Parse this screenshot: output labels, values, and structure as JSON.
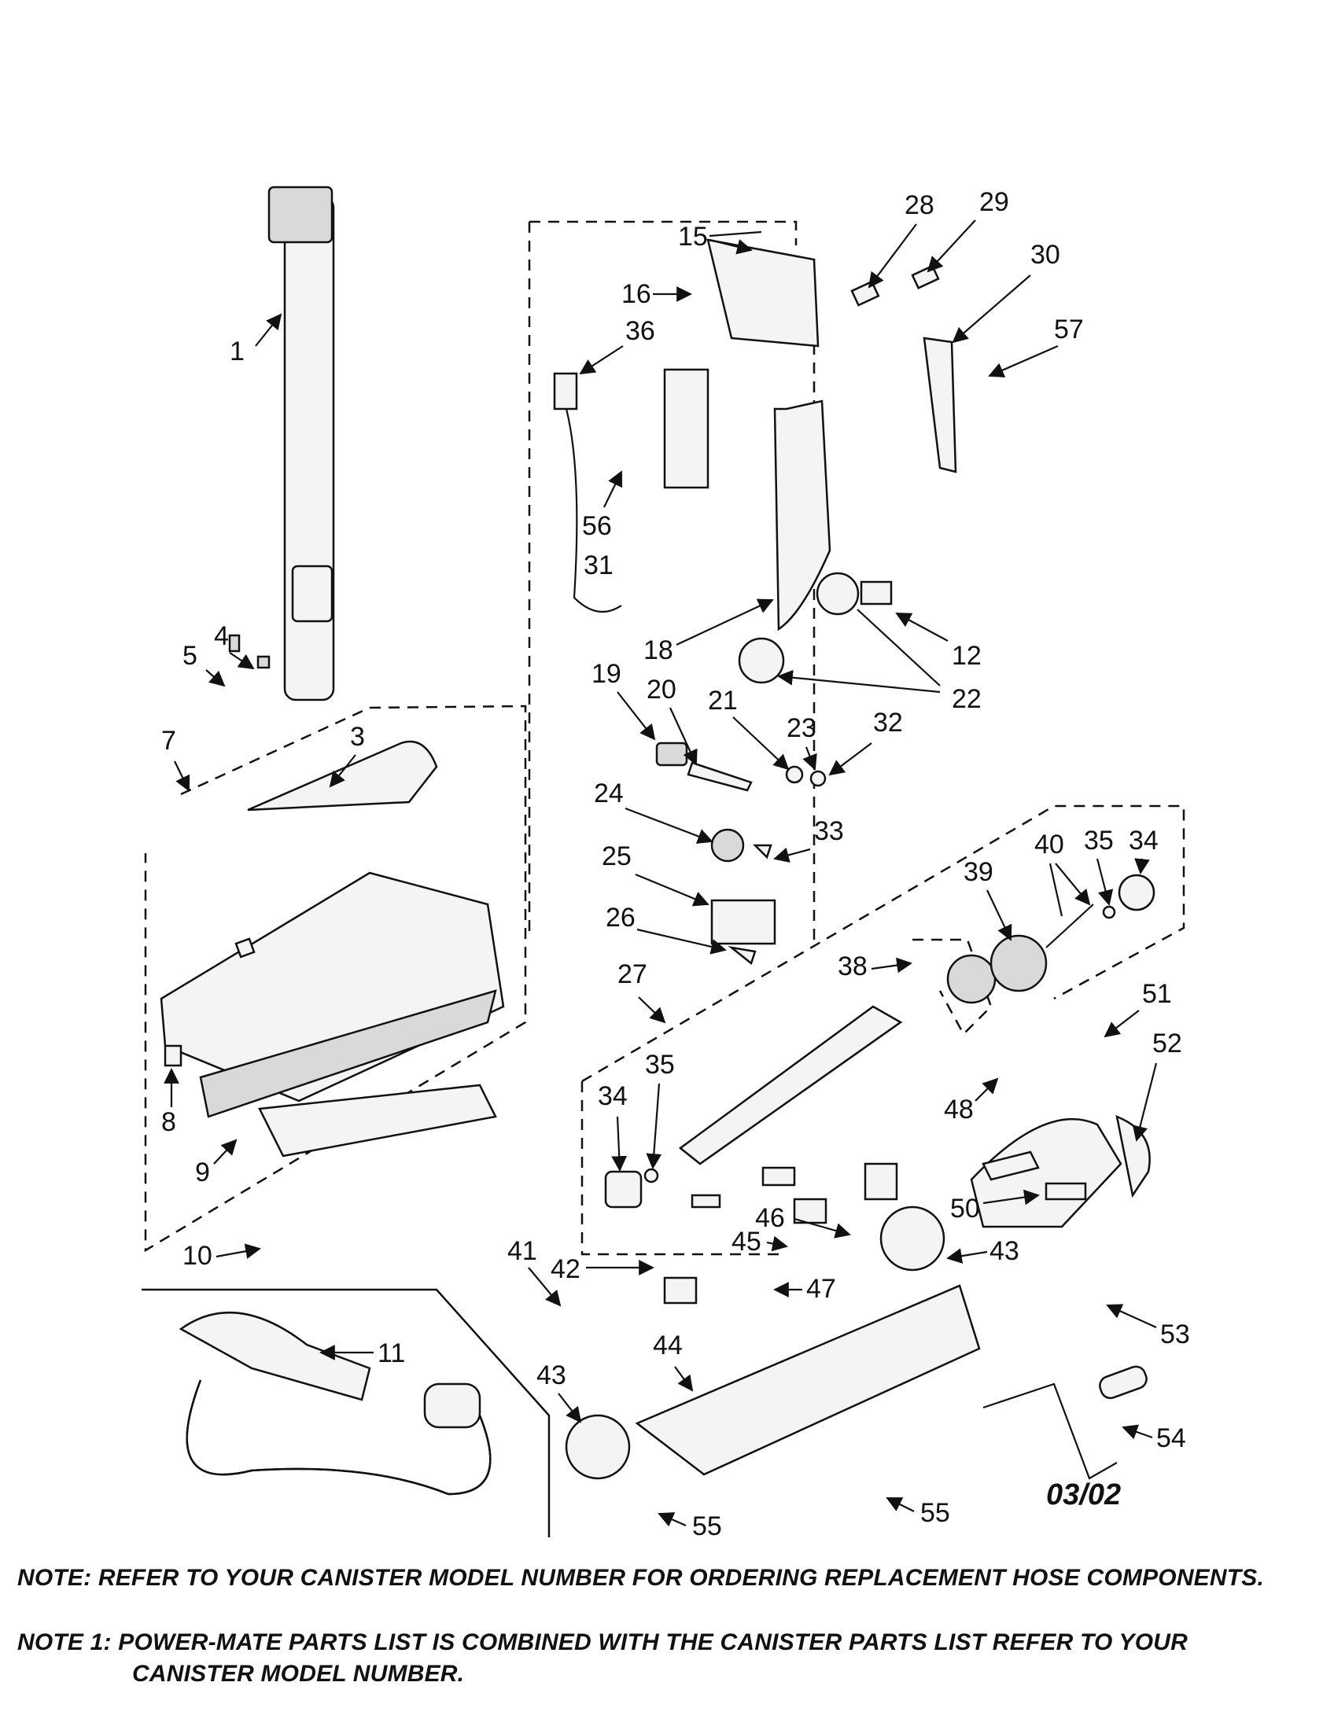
{
  "callouts": [
    "1",
    "3",
    "4",
    "5",
    "7",
    "8",
    "9",
    "10",
    "11",
    "12",
    "15",
    "16",
    "18",
    "19",
    "20",
    "21",
    "22",
    "23",
    "24",
    "25",
    "26",
    "27",
    "28",
    "29",
    "30",
    "31",
    "32",
    "33",
    "34",
    "35",
    "36",
    "38",
    "39",
    "40",
    "41",
    "42",
    "43",
    "44",
    "45",
    "46",
    "47",
    "48",
    "50",
    "51",
    "52",
    "53",
    "54",
    "55",
    "56",
    "57"
  ],
  "date_code": "03/02",
  "notes": [
    "NOTE: REFER TO YOUR CANISTER MODEL NUMBER FOR ORDERING REPLACEMENT HOSE COMPONENTS.",
    "NOTE 1: POWER-MATE PARTS LIST IS COMBINED WITH THE CANISTER PARTS LIST REFER TO YOUR",
    "CANISTER MODEL NUMBER."
  ]
}
